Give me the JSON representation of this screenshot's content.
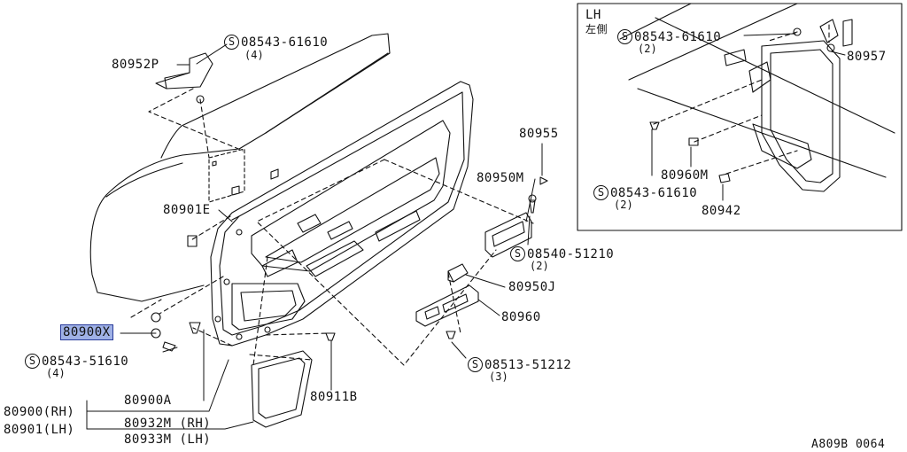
{
  "inset": {
    "side": "LH",
    "side_jp": "左側"
  },
  "screw_symbol": "S",
  "parts": {
    "p80952p": "80952P",
    "p80901e": "80901E",
    "p80900x": "80900X",
    "p80900a": "80900A",
    "p80900rh": "80900(RH)",
    "p80901lh": "80901(LH)",
    "p80932m": "80932M (RH)",
    "p80933m": "80933M (LH)",
    "p80911b": "80911B",
    "p80955": "80955",
    "p80950m": "80950M",
    "p80950j": "80950J",
    "p80960": "80960",
    "p80957": "80957",
    "p80960m": "80960M",
    "p80942": "80942"
  },
  "screws": {
    "s1": {
      "code": "08543-61610",
      "qty": "(4)"
    },
    "s2": {
      "code": "08543-51610",
      "qty": "(4)"
    },
    "s3": {
      "code": "08540-51210",
      "qty": "(2)"
    },
    "s4": {
      "code": "08513-51212",
      "qty": "(3)"
    },
    "s5": {
      "code": "08543-61610",
      "qty": "(2)"
    },
    "s6": {
      "code": "08543-61610",
      "qty": "(2)"
    }
  },
  "figure_code": "A809B 0064"
}
